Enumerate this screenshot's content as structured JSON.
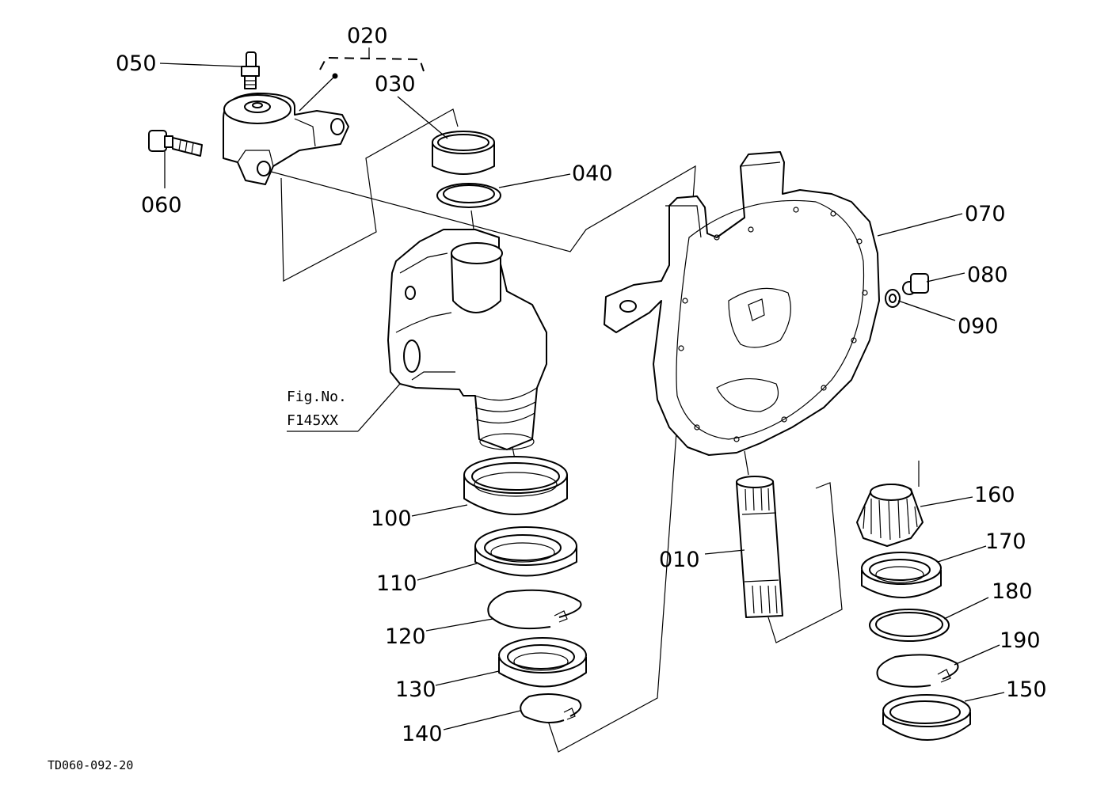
{
  "labels": {
    "p010": "010",
    "p020": "020",
    "p030": "030",
    "p040": "040",
    "p050": "050",
    "p060": "060",
    "p070": "070",
    "p080": "080",
    "p090": "090",
    "p100": "100",
    "p110": "110",
    "p120": "120",
    "p130": "130",
    "p140": "140",
    "p150": "150",
    "p160": "160",
    "p170": "170",
    "p180": "180",
    "p190": "190"
  },
  "figure_ref": {
    "line1": "Fig.No.",
    "line2": "F145XX"
  },
  "drawing_code": "TD060-092-20"
}
